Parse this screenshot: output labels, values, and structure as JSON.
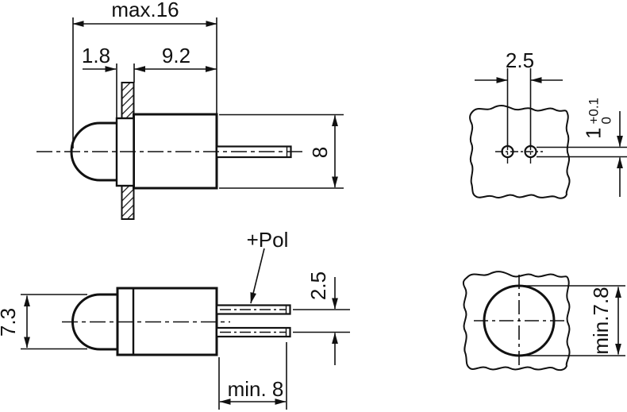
{
  "colors": {
    "background": "#ffffff",
    "line": "#111111"
  },
  "views": {
    "top_left": {
      "dim_overall_length": "max.16",
      "dim_panel_thickness": "1.8",
      "dim_body_length": "9.2",
      "dim_body_diameter": "8"
    },
    "top_right": {
      "dim_hole_pitch": "2.5",
      "dim_hole_diameter": "1",
      "dim_hole_tol_upper": "+0.1",
      "dim_hole_tol_lower": "0"
    },
    "bottom_left": {
      "dim_front_diameter": "7.3",
      "label_polarity": "+Pol",
      "dim_pin_pitch": "2.5",
      "dim_pin_length": "min. 8"
    },
    "bottom_right": {
      "dim_mounting_hole": "min.7.8"
    }
  }
}
